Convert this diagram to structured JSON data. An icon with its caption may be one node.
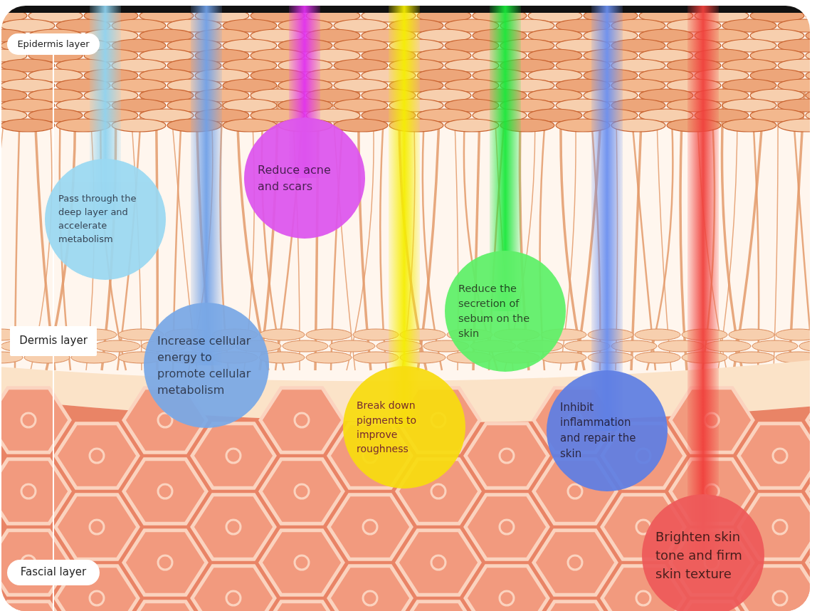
{
  "diagram": {
    "nodes": [
      {
        "text": [
          "Epidermis layer"
        ]
      },
      {
        "text": [
          "Reduce acne and scars"
        ]
      },
      {
        "text": [
          "Pass through the deep layer and accelerate metabolism"
        ]
      },
      {
        "text": [
          "Reduce the secretion of sebum on the skin"
        ]
      },
      {
        "text": [
          "Dermis layer"
        ]
      },
      {
        "text": [
          "Increase cellular energy to promote cellular metabolism"
        ]
      },
      {
        "text": [
          "Break down pigments to improve roughness"
        ]
      },
      {
        "text": [
          "Inhibit inflammation and repair the skin"
        ]
      },
      {
        "text": [
          "Brighten skin tone and firm skin texture"
        ]
      },
      {
        "text": [
          "Fascial layer"
        ]
      }
    ]
  }
}
